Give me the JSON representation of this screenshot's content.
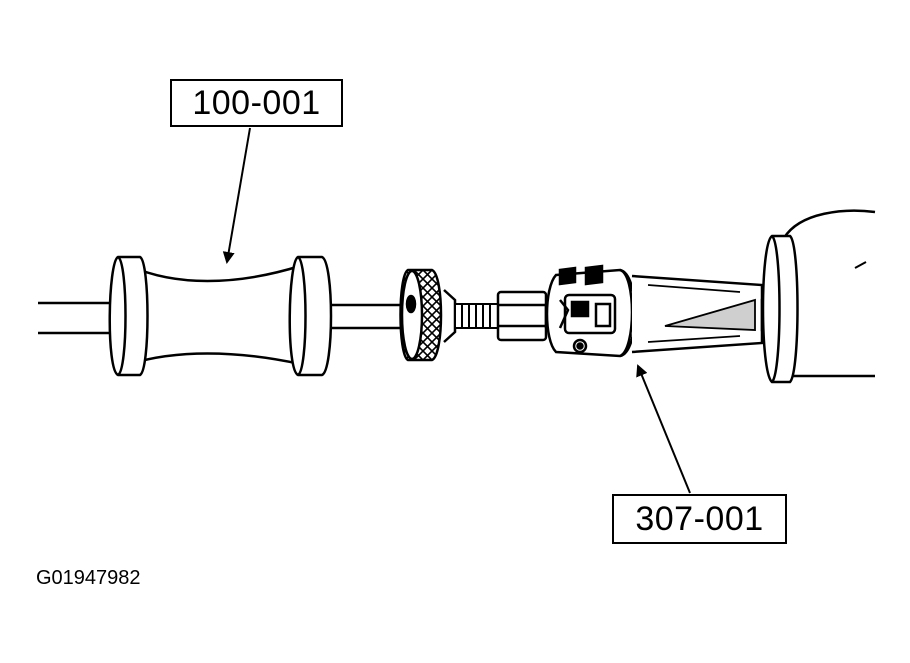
{
  "callouts": [
    {
      "label": "100-001"
    },
    {
      "label": "307-001"
    }
  ],
  "figure_id": "G01947982",
  "colors": {
    "ink": "#000000",
    "paper": "#ffffff",
    "shade": "#cfcfcf"
  }
}
